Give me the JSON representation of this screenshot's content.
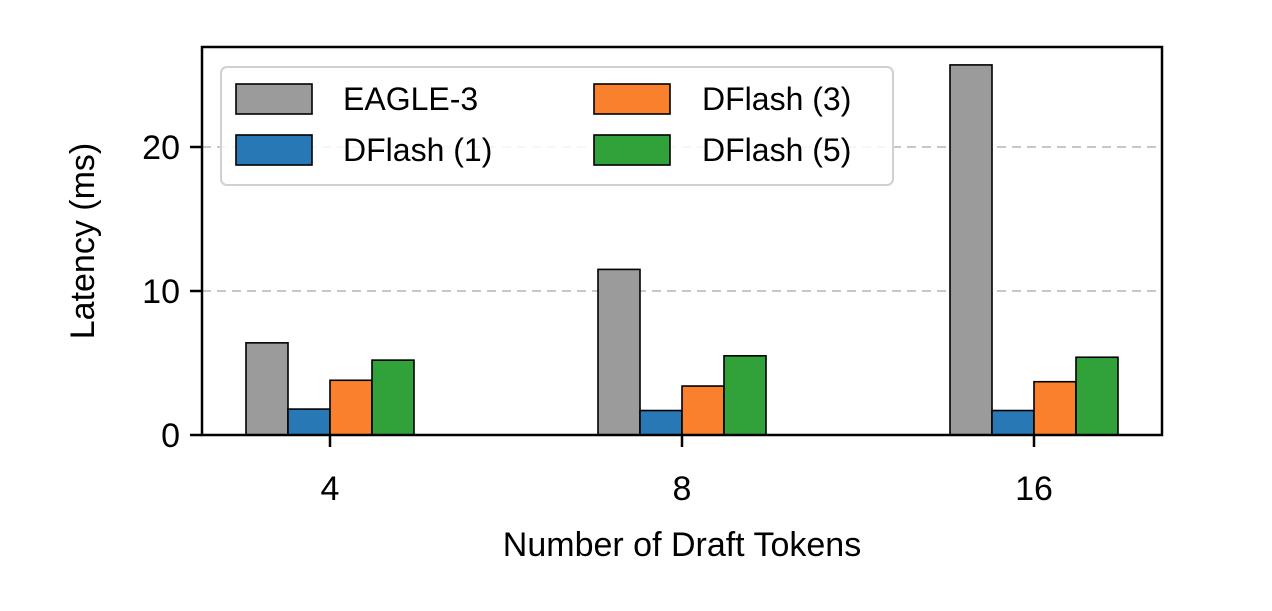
{
  "chart_data": {
    "type": "bar",
    "categories": [
      "4",
      "8",
      "16"
    ],
    "series": [
      {
        "name": "EAGLE-3",
        "color": "#9b9b9b",
        "values": [
          6.4,
          11.5,
          25.7
        ]
      },
      {
        "name": "DFlash (1)",
        "color": "#2878b5",
        "values": [
          1.8,
          1.7,
          1.7
        ]
      },
      {
        "name": "DFlash (3)",
        "color": "#f9802d",
        "values": [
          3.8,
          3.4,
          3.7
        ]
      },
      {
        "name": "DFlash (5)",
        "color": "#31a13a",
        "values": [
          5.2,
          5.5,
          5.4
        ]
      }
    ],
    "xlabel": "Number of Draft Tokens",
    "ylabel": "Latency (ms)",
    "ylim": [
      0,
      27
    ],
    "yticks": [
      0,
      10,
      20
    ],
    "grid": "y-dashed",
    "legend_placement": "top-left"
  }
}
